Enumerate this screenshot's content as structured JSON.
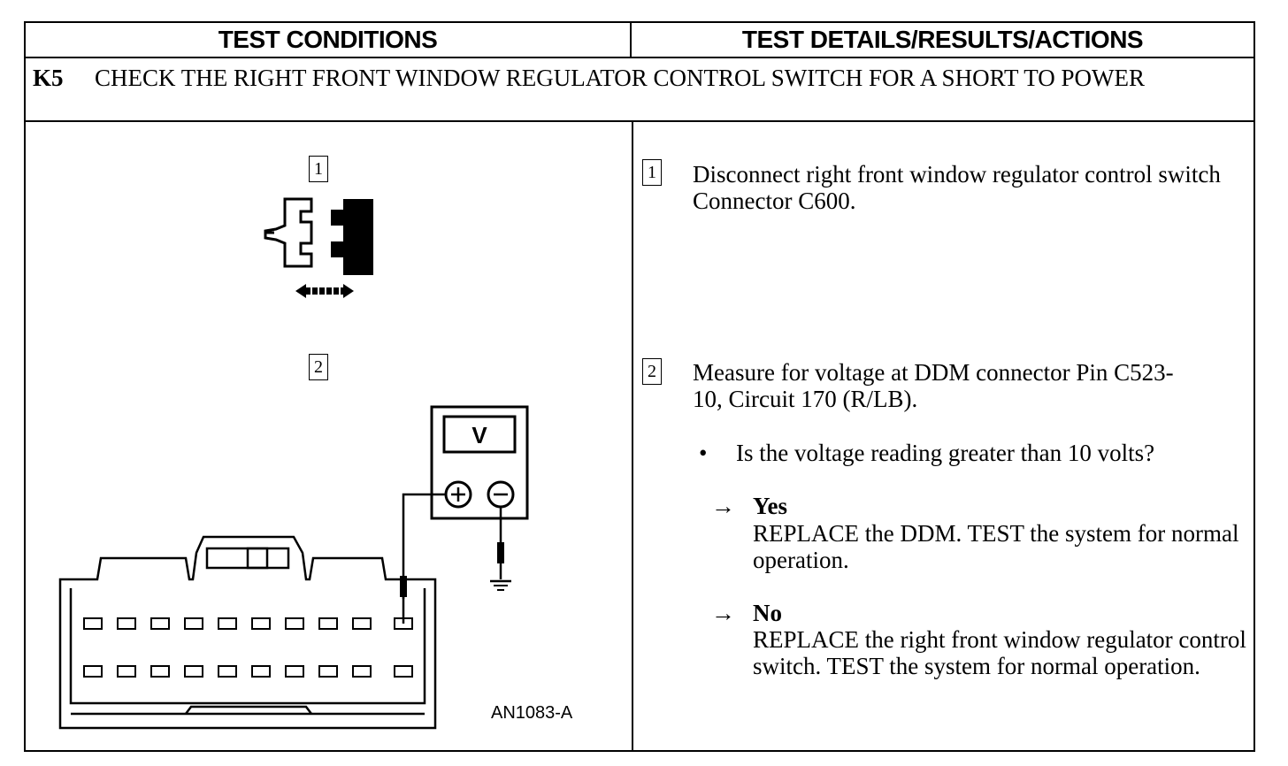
{
  "header": {
    "left": "TEST CONDITIONS",
    "right": "TEST DETAILS/RESULTS/ACTIONS"
  },
  "step": {
    "id": "K5",
    "title": "CHECK THE RIGHT FRONT WINDOW REGULATOR CONTROL SWITCH FOR A SHORT TO POWER"
  },
  "conditions": {
    "step1_number": "1",
    "step2_number": "2",
    "meter_label": "V",
    "figure_code": "AN1083-A"
  },
  "details": {
    "step1": {
      "number": "1",
      "text": "Disconnect right front window regulator control switch Connector C600."
    },
    "step2": {
      "number": "2",
      "text": "Measure for voltage at DDM connector Pin C523-10, Circuit 170 (R/LB).",
      "question": "Is the voltage reading greater than 10 volts?",
      "bullet": "•",
      "arrow": "→",
      "yes_label": "Yes",
      "yes_action": "REPLACE the DDM. TEST the system for normal operation.",
      "no_label": "No",
      "no_action": "REPLACE the right front window regulator control switch. TEST the system for normal operation."
    }
  }
}
